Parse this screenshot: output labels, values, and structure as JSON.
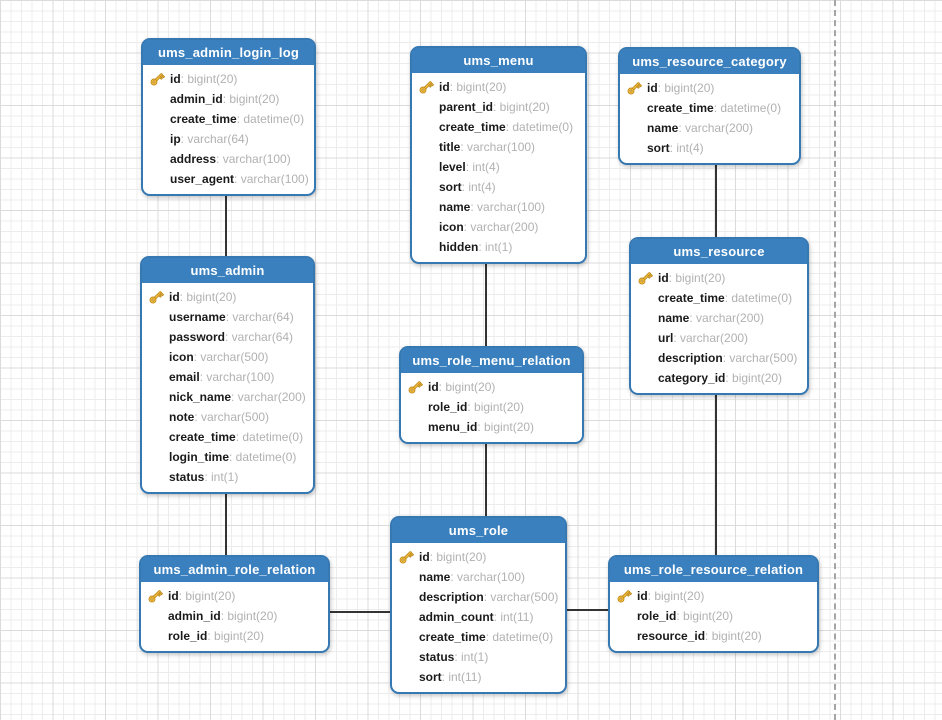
{
  "colors": {
    "header_bg": "#3A80BF",
    "table_border": "#3678B2",
    "field_name": "#1A1A1A",
    "field_type": "#B1B1B1",
    "connector": "#333333",
    "grid_minor": "#ECECEC",
    "grid_major": "#DBDBDB",
    "page_break": "#A5A5A5",
    "key_gold": "#F6C33F",
    "key_outline": "#C08A1E"
  },
  "icons": {
    "primary_key": "key-icon"
  },
  "tables": [
    {
      "name": "ums_admin_login_log",
      "fields": [
        {
          "name": "id",
          "type": "bigint(20)",
          "key": true
        },
        {
          "name": "admin_id",
          "type": "bigint(20)",
          "key": false
        },
        {
          "name": "create_time",
          "type": "datetime(0)",
          "key": false
        },
        {
          "name": "ip",
          "type": "varchar(64)",
          "key": false
        },
        {
          "name": "address",
          "type": "varchar(100)",
          "key": false
        },
        {
          "name": "user_agent",
          "type": "varchar(100)",
          "key": false
        }
      ]
    },
    {
      "name": "ums_menu",
      "fields": [
        {
          "name": "id",
          "type": "bigint(20)",
          "key": true
        },
        {
          "name": "parent_id",
          "type": "bigint(20)",
          "key": false
        },
        {
          "name": "create_time",
          "type": "datetime(0)",
          "key": false
        },
        {
          "name": "title",
          "type": "varchar(100)",
          "key": false
        },
        {
          "name": "level",
          "type": "int(4)",
          "key": false
        },
        {
          "name": "sort",
          "type": "int(4)",
          "key": false
        },
        {
          "name": "name",
          "type": "varchar(100)",
          "key": false
        },
        {
          "name": "icon",
          "type": "varchar(200)",
          "key": false
        },
        {
          "name": "hidden",
          "type": "int(1)",
          "key": false
        }
      ]
    },
    {
      "name": "ums_resource_category",
      "fields": [
        {
          "name": "id",
          "type": "bigint(20)",
          "key": true
        },
        {
          "name": "create_time",
          "type": "datetime(0)",
          "key": false
        },
        {
          "name": "name",
          "type": "varchar(200)",
          "key": false
        },
        {
          "name": "sort",
          "type": "int(4)",
          "key": false
        }
      ]
    },
    {
      "name": "ums_admin",
      "fields": [
        {
          "name": "id",
          "type": "bigint(20)",
          "key": true
        },
        {
          "name": "username",
          "type": "varchar(64)",
          "key": false
        },
        {
          "name": "password",
          "type": "varchar(64)",
          "key": false
        },
        {
          "name": "icon",
          "type": "varchar(500)",
          "key": false
        },
        {
          "name": "email",
          "type": "varchar(100)",
          "key": false
        },
        {
          "name": "nick_name",
          "type": "varchar(200)",
          "key": false
        },
        {
          "name": "note",
          "type": "varchar(500)",
          "key": false
        },
        {
          "name": "create_time",
          "type": "datetime(0)",
          "key": false
        },
        {
          "name": "login_time",
          "type": "datetime(0)",
          "key": false
        },
        {
          "name": "status",
          "type": "int(1)",
          "key": false
        }
      ]
    },
    {
      "name": "ums_resource",
      "fields": [
        {
          "name": "id",
          "type": "bigint(20)",
          "key": true
        },
        {
          "name": "create_time",
          "type": "datetime(0)",
          "key": false
        },
        {
          "name": "name",
          "type": "varchar(200)",
          "key": false
        },
        {
          "name": "url",
          "type": "varchar(200)",
          "key": false
        },
        {
          "name": "description",
          "type": "varchar(500)",
          "key": false
        },
        {
          "name": "category_id",
          "type": "bigint(20)",
          "key": false
        }
      ]
    },
    {
      "name": "ums_role_menu_relation",
      "fields": [
        {
          "name": "id",
          "type": "bigint(20)",
          "key": true
        },
        {
          "name": "role_id",
          "type": "bigint(20)",
          "key": false
        },
        {
          "name": "menu_id",
          "type": "bigint(20)",
          "key": false
        }
      ]
    },
    {
      "name": "ums_role",
      "fields": [
        {
          "name": "id",
          "type": "bigint(20)",
          "key": true
        },
        {
          "name": "name",
          "type": "varchar(100)",
          "key": false
        },
        {
          "name": "description",
          "type": "varchar(500)",
          "key": false
        },
        {
          "name": "admin_count",
          "type": "int(11)",
          "key": false
        },
        {
          "name": "create_time",
          "type": "datetime(0)",
          "key": false
        },
        {
          "name": "status",
          "type": "int(1)",
          "key": false
        },
        {
          "name": "sort",
          "type": "int(11)",
          "key": false
        }
      ]
    },
    {
      "name": "ums_admin_role_relation",
      "fields": [
        {
          "name": "id",
          "type": "bigint(20)",
          "key": true
        },
        {
          "name": "admin_id",
          "type": "bigint(20)",
          "key": false
        },
        {
          "name": "role_id",
          "type": "bigint(20)",
          "key": false
        }
      ]
    },
    {
      "name": "ums_role_resource_relation",
      "fields": [
        {
          "name": "id",
          "type": "bigint(20)",
          "key": true
        },
        {
          "name": "role_id",
          "type": "bigint(20)",
          "key": false
        },
        {
          "name": "resource_id",
          "type": "bigint(20)",
          "key": false
        }
      ]
    }
  ],
  "relations": [
    {
      "from": "ums_admin_login_log",
      "to": "ums_admin"
    },
    {
      "from": "ums_admin",
      "to": "ums_admin_role_relation"
    },
    {
      "from": "ums_admin_role_relation",
      "to": "ums_role"
    },
    {
      "from": "ums_menu",
      "to": "ums_role_menu_relation"
    },
    {
      "from": "ums_role_menu_relation",
      "to": "ums_role"
    },
    {
      "from": "ums_role",
      "to": "ums_role_resource_relation"
    },
    {
      "from": "ums_resource_category",
      "to": "ums_resource"
    },
    {
      "from": "ums_resource",
      "to": "ums_role_resource_relation"
    }
  ]
}
